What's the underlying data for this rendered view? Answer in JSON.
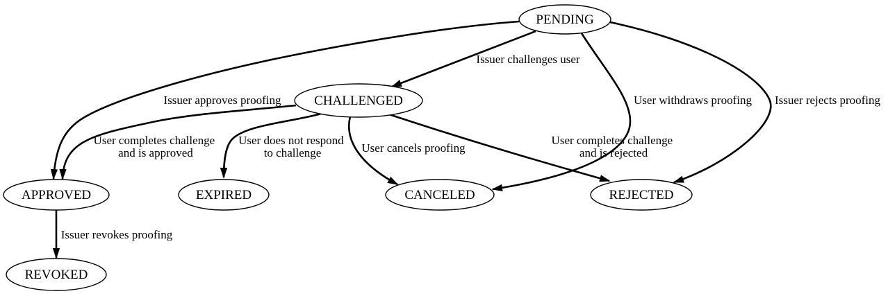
{
  "diagram": {
    "background_color": "#ffffff",
    "line_color": "#000000",
    "text_color": "#000000",
    "nodes": {
      "pending": {
        "label": "PENDING"
      },
      "challenged": {
        "label": "CHALLENGED"
      },
      "approved": {
        "label": "APPROVED"
      },
      "expired": {
        "label": "EXPIRED"
      },
      "canceled": {
        "label": "CANCELED"
      },
      "rejected": {
        "label": "REJECTED"
      },
      "revoked": {
        "label": "REVOKED"
      }
    },
    "edges": {
      "pending_challenged": {
        "from": "PENDING",
        "to": "CHALLENGED",
        "label": "Issuer challenges user"
      },
      "pending_approved": {
        "from": "PENDING",
        "to": "APPROVED",
        "label": "Issuer approves proofing"
      },
      "pending_canceled": {
        "from": "PENDING",
        "to": "CANCELED",
        "label": "User withdraws proofing"
      },
      "pending_rejected": {
        "from": "PENDING",
        "to": "REJECTED",
        "label": "Issuer rejects proofing"
      },
      "challenged_approved": {
        "from": "CHALLENGED",
        "to": "APPROVED",
        "label_line1": "User completes challenge",
        "label_line2": "and is approved"
      },
      "challenged_expired": {
        "from": "CHALLENGED",
        "to": "EXPIRED",
        "label_line1": "User does not respond",
        "label_line2": "to challenge"
      },
      "challenged_canceled": {
        "from": "CHALLENGED",
        "to": "CANCELED",
        "label": "User cancels proofing"
      },
      "challenged_rejected": {
        "from": "CHALLENGED",
        "to": "REJECTED",
        "label_line1": "User completes challenge",
        "label_line2": "and is rejected"
      },
      "approved_revoked": {
        "from": "APPROVED",
        "to": "REVOKED",
        "label": "Issuer revokes proofing"
      }
    }
  }
}
